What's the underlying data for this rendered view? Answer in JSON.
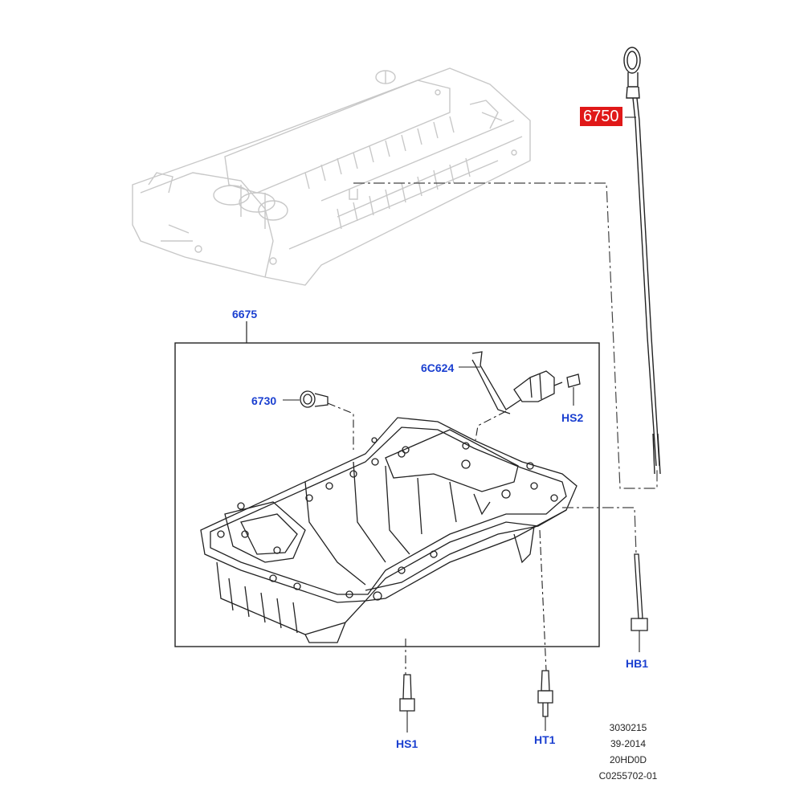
{
  "colors": {
    "callout": "#1a3fd0",
    "highlight_bg": "#e01818",
    "highlight_text": "#ffffff",
    "ghost_line": "#c8c8c8",
    "part_line": "#222222"
  },
  "callouts": {
    "dipstick": "6750",
    "oil_pan_assembly": "6675",
    "oil_return_tube": "6C624",
    "drain_plug": "6730",
    "tube_screw": "HS2",
    "pan_bolt_right": "HB1",
    "pan_bolt_front": "HS1",
    "pan_stud_bolt": "HT1"
  },
  "reference": {
    "line1": "3030215",
    "line2": "39-2014",
    "line3": "20HD0D",
    "line4": "C0255702-01"
  }
}
